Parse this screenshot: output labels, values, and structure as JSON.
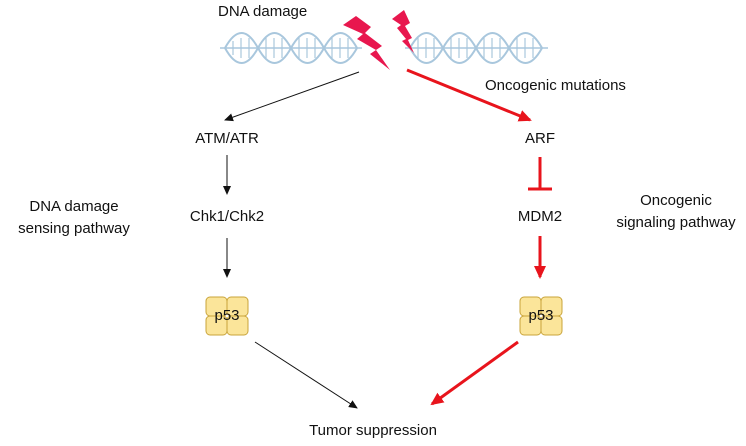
{
  "diagram": {
    "title": "DNA damage",
    "oncogenic_mutations": "Oncogenic mutations",
    "left_path": {
      "node1": "ATM/ATR",
      "node2": "Chk1/Chk2",
      "node3": "p53"
    },
    "right_path": {
      "node1": "ARF",
      "node2": "MDM2",
      "node3": "p53"
    },
    "left_pathway_label": {
      "line1": "DNA damage",
      "line2": "sensing pathway"
    },
    "right_pathway_label": {
      "line1": "Oncogenic",
      "line2": "signaling pathway"
    },
    "outcome": "Tumor suppression",
    "colors": {
      "red_arrow": "#e8141c",
      "black_arrow": "#111111",
      "lightning": "#e8174e",
      "dna": "#a9c7dd",
      "p53_fill": "#fbe59a",
      "p53_stroke": "#c9a43a"
    },
    "icons": [
      "dna-helix-icon",
      "lightning-bolt-icon",
      "p53-protein-icon"
    ]
  }
}
